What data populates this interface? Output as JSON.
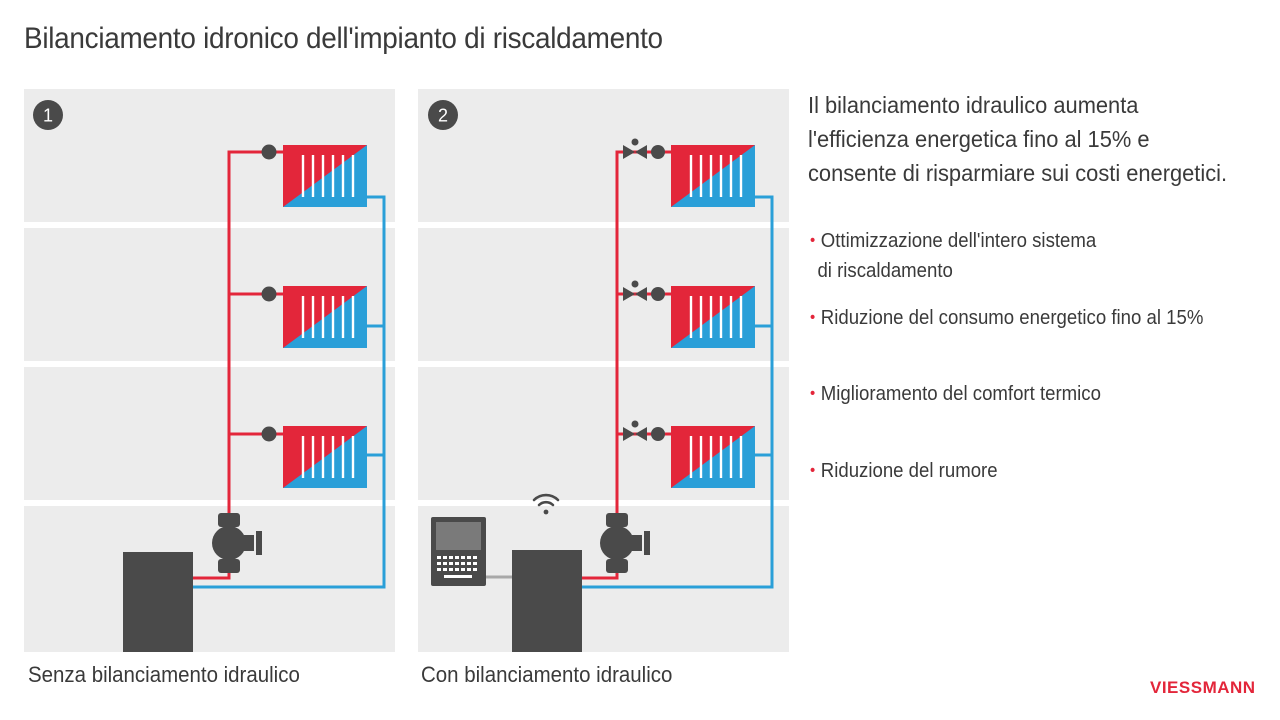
{
  "title": "Bilanciamento idronico dell'impianto di riscaldamento",
  "panels": [
    {
      "number": "1",
      "caption": "Senza bilanciamento idraulico"
    },
    {
      "number": "2",
      "caption": "Con bilanciamento idraulico"
    }
  ],
  "intro": {
    "line1": "Il bilanciamento idraulico aumenta",
    "line2": "l'efficienza energetica fino al 15% e",
    "line3": "consente di risparmiare sui costi energetici."
  },
  "bullets": [
    {
      "line1": "Ottimizzazione dell'intero sistema",
      "line2": "di riscaldamento"
    },
    {
      "line1": "Riduzione del consumo energetico fino al 15%"
    },
    {
      "line1": "Miglioramento del comfort termico"
    },
    {
      "line1": "Riduzione del rumore"
    }
  ],
  "logo": "VIESSMANN",
  "colors": {
    "hot_pipe": "#e3263a",
    "cold_pipe": "#2a9fd8",
    "boiler": "#4a4a4a",
    "floor_bg": "#ececec",
    "accent": "#e3263a"
  },
  "icons": [
    "wifi-icon",
    "laptop-icon",
    "pump-icon",
    "valve-icon"
  ]
}
